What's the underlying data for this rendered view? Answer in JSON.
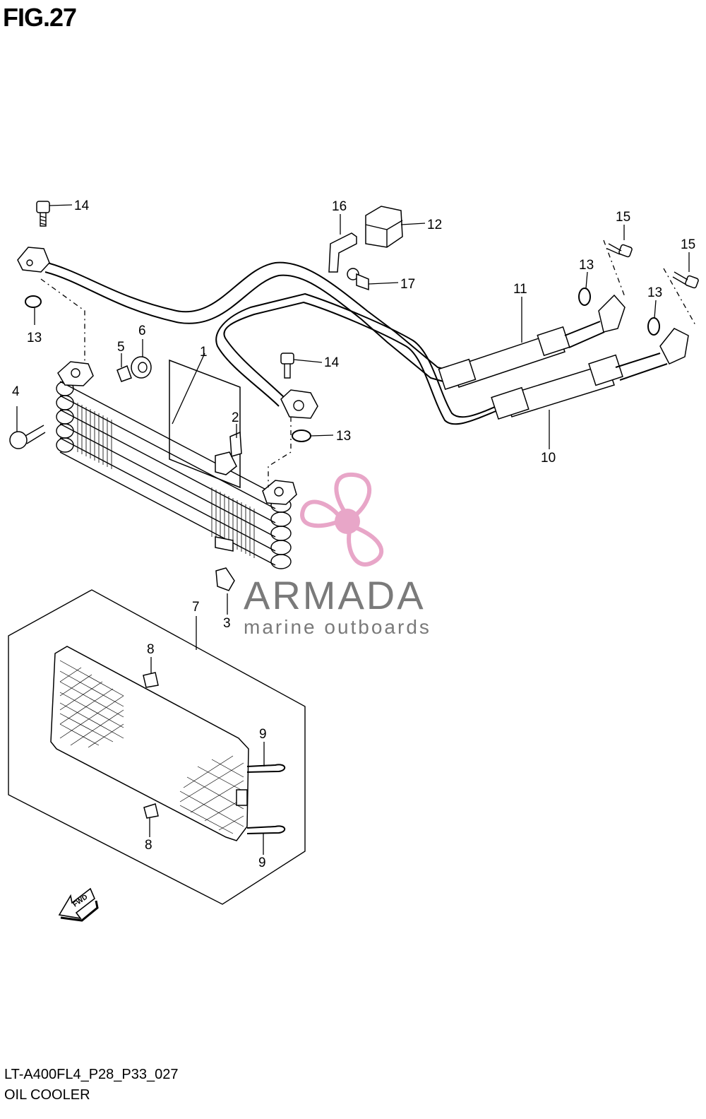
{
  "figure": {
    "title": "FIG.27",
    "code": "LT-A400FL4_P28_P33_027",
    "name": "OIL COOLER"
  },
  "watermark": {
    "brand": "ARMADA",
    "tagline": "marine outboards",
    "accent_color": "#e8a6c8"
  },
  "fwd_badge": "FWD",
  "callouts": {
    "c1": "1",
    "c2": "2",
    "c3": "3",
    "c4": "4",
    "c5": "5",
    "c6": "6",
    "c7": "7",
    "c8a": "8",
    "c8b": "8",
    "c9a": "9",
    "c9b": "9",
    "c10": "10",
    "c11": "11",
    "c12": "12",
    "c13a": "13",
    "c13b": "13",
    "c13c": "13",
    "c13d": "13",
    "c14a": "14",
    "c14b": "14",
    "c15a": "15",
    "c15b": "15",
    "c16": "16",
    "c17": "17"
  }
}
